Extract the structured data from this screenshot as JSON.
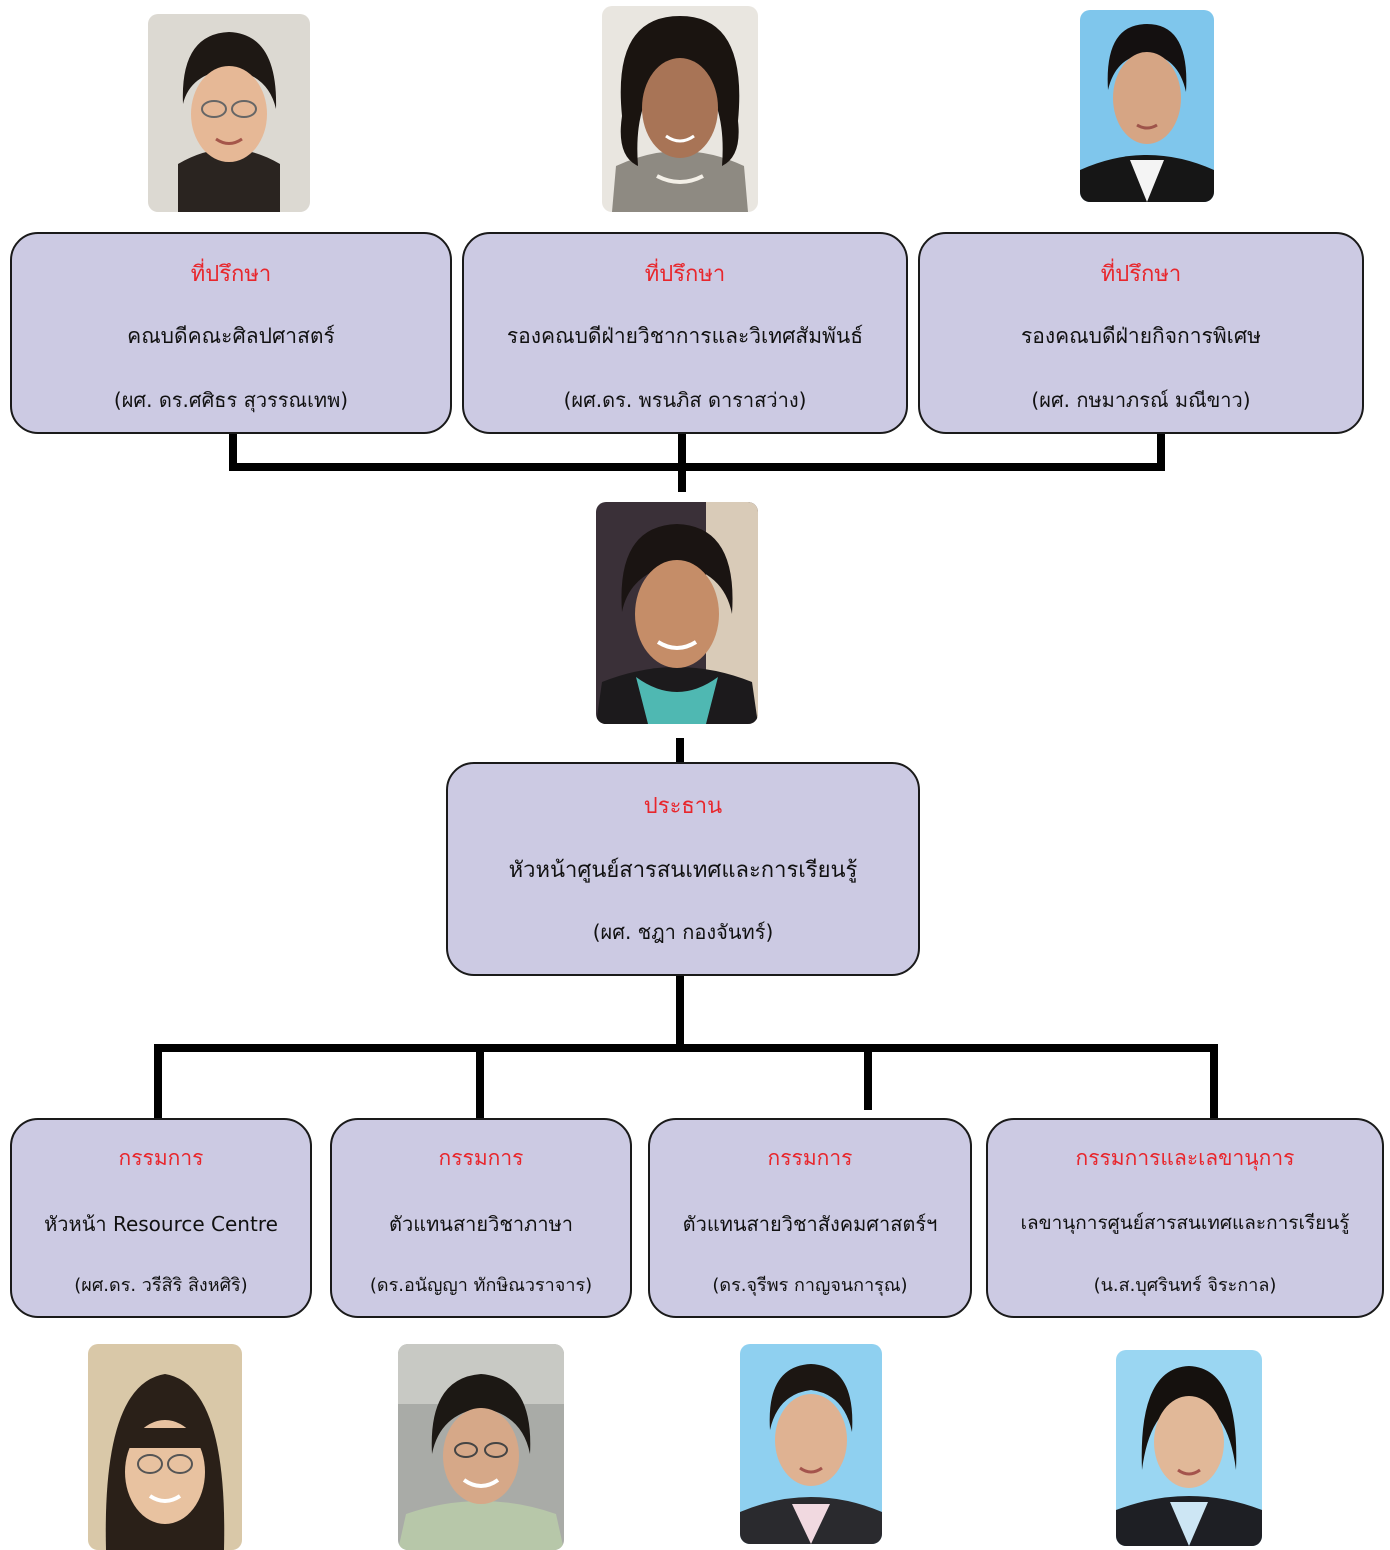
{
  "advisors": [
    {
      "role": "ที่ปรึกษา",
      "position": "คณบดีคณะศิลปศาสตร์",
      "name": "(ผศ. ดร.ศศิธร  สุวรรณเทพ)"
    },
    {
      "role": "ที่ปรึกษา",
      "position": "รองคณบดีฝ่ายวิชาการและวิเทศสัมพันธ์",
      "name": "(ผศ.ดร. พรนภิส  ดาราสว่าง)"
    },
    {
      "role": "ที่ปรึกษา",
      "position": "รองคณบดีฝ่ายกิจการพิเศษ",
      "name": "(ผศ. กษมาภรณ์  มณีขาว)"
    }
  ],
  "chair": {
    "role": "ประธาน",
    "position": "หัวหน้าศูนย์สารสนเทศและการเรียนรู้",
    "name": "(ผศ. ชฎา  กองจันทร์)"
  },
  "committee": [
    {
      "role": "กรรมการ",
      "position": "หัวหน้า Resource Centre",
      "name": "(ผศ.ดร. วรีสิริ  สิงหศิริ)"
    },
    {
      "role": "กรรมการ",
      "position": "ตัวแทนสายวิชาภาษา",
      "name": "(ดร.อนัญญา  ทักษิณวราจาร)"
    },
    {
      "role": "กรรมการ",
      "position": "ตัวแทนสายวิชาสังคมศาสตร์ฯ",
      "name": "(ดร.จุรีพร  กาญจนการุณ)"
    },
    {
      "role": "กรรมการและเลขานุการ",
      "position": "เลขานุการศูนย์สารสนเทศและการเรียนรู้",
      "name": "(น.ส.บุศรินทร์  จิระกาล)"
    }
  ],
  "colors": {
    "box_fill": "#cccae3",
    "role_text": "#e8262c",
    "line": "#000000"
  }
}
